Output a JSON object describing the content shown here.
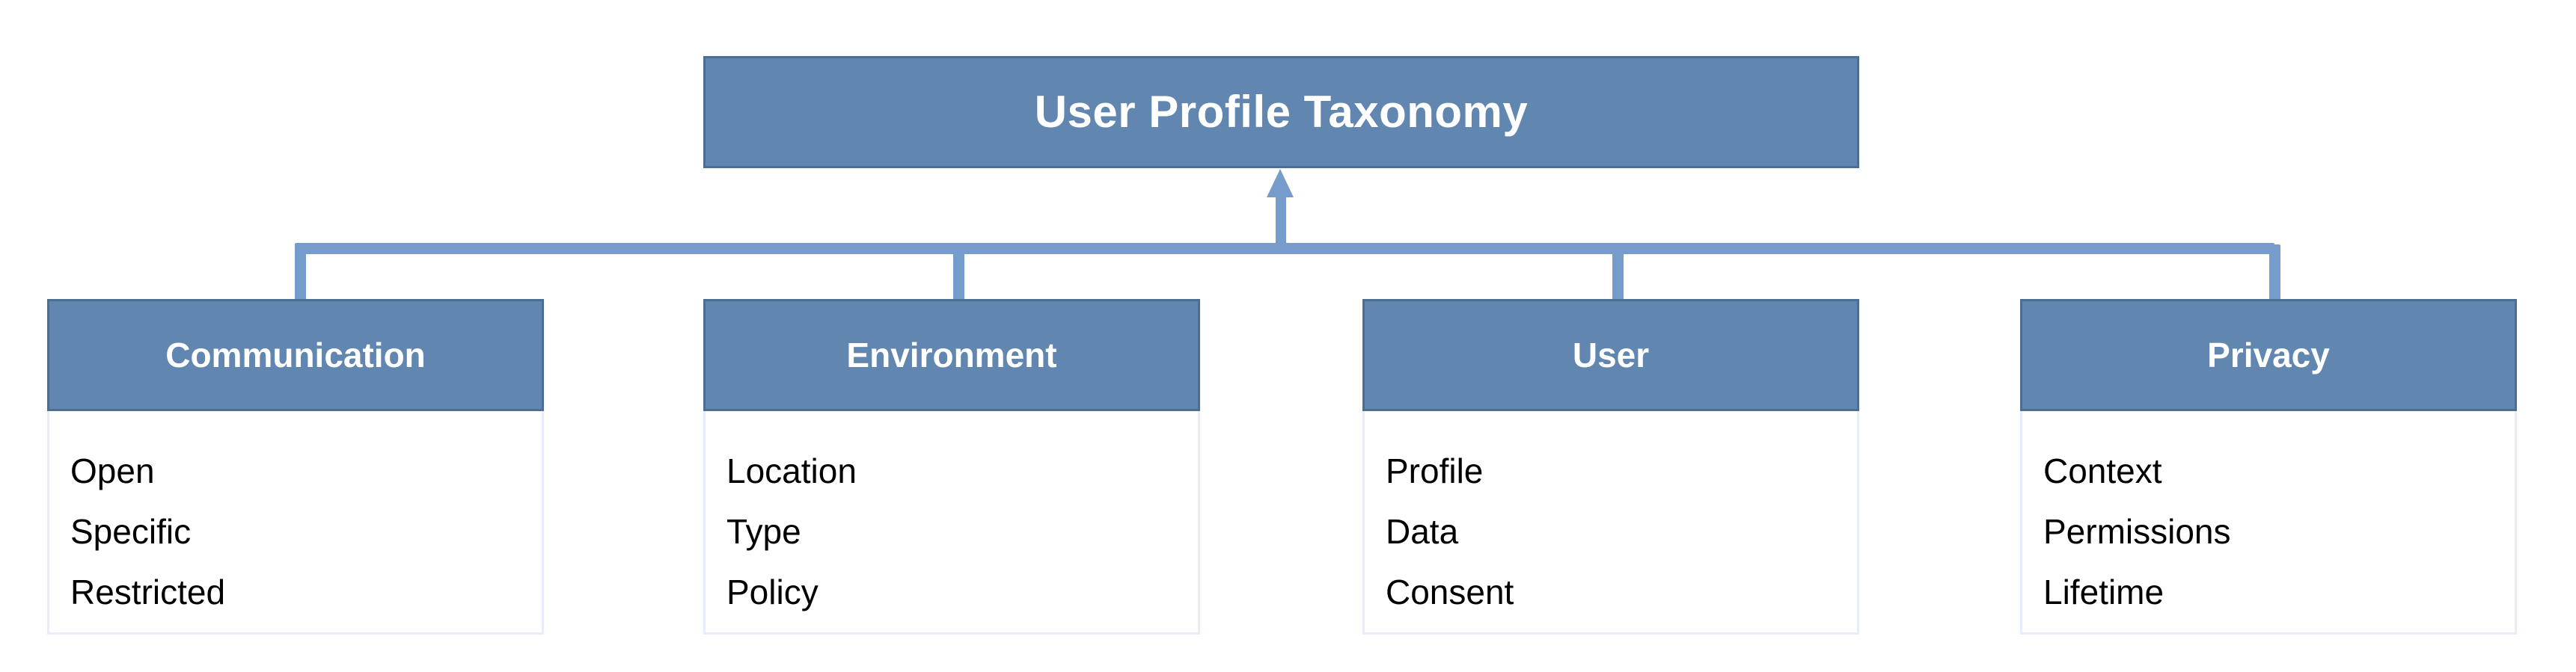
{
  "diagram": {
    "title": "User Profile Taxonomy",
    "colors": {
      "node_fill": "#6186AF",
      "node_border": "#4B6E95",
      "connector": "#759CCB",
      "body_fill": "#FFFFFF",
      "body_border": "#E9EDF7",
      "header_text": "#FFFFFF",
      "item_text": "#000000"
    },
    "root": {
      "label": "User Profile Taxonomy"
    },
    "branches": [
      {
        "label": "Communication",
        "items": [
          "Open",
          "Specific",
          "Restricted"
        ]
      },
      {
        "label": "Environment",
        "items": [
          "Location",
          "Type",
          "Policy"
        ]
      },
      {
        "label": "User",
        "items": [
          "Profile",
          "Data",
          "Consent"
        ]
      },
      {
        "label": "Privacy",
        "items": [
          "Context",
          "Permissions",
          "Lifetime"
        ]
      }
    ]
  },
  "chart_data": {
    "type": "table",
    "title": "User Profile Taxonomy",
    "categories": [
      "Communication",
      "Environment",
      "User",
      "Privacy"
    ],
    "series": [
      {
        "name": "Communication",
        "values": [
          "Open",
          "Specific",
          "Restricted"
        ]
      },
      {
        "name": "Environment",
        "values": [
          "Location",
          "Type",
          "Policy"
        ]
      },
      {
        "name": "User",
        "values": [
          "Profile",
          "Data",
          "Consent"
        ]
      },
      {
        "name": "Privacy",
        "values": [
          "Context",
          "Permissions",
          "Lifetime"
        ]
      }
    ]
  }
}
